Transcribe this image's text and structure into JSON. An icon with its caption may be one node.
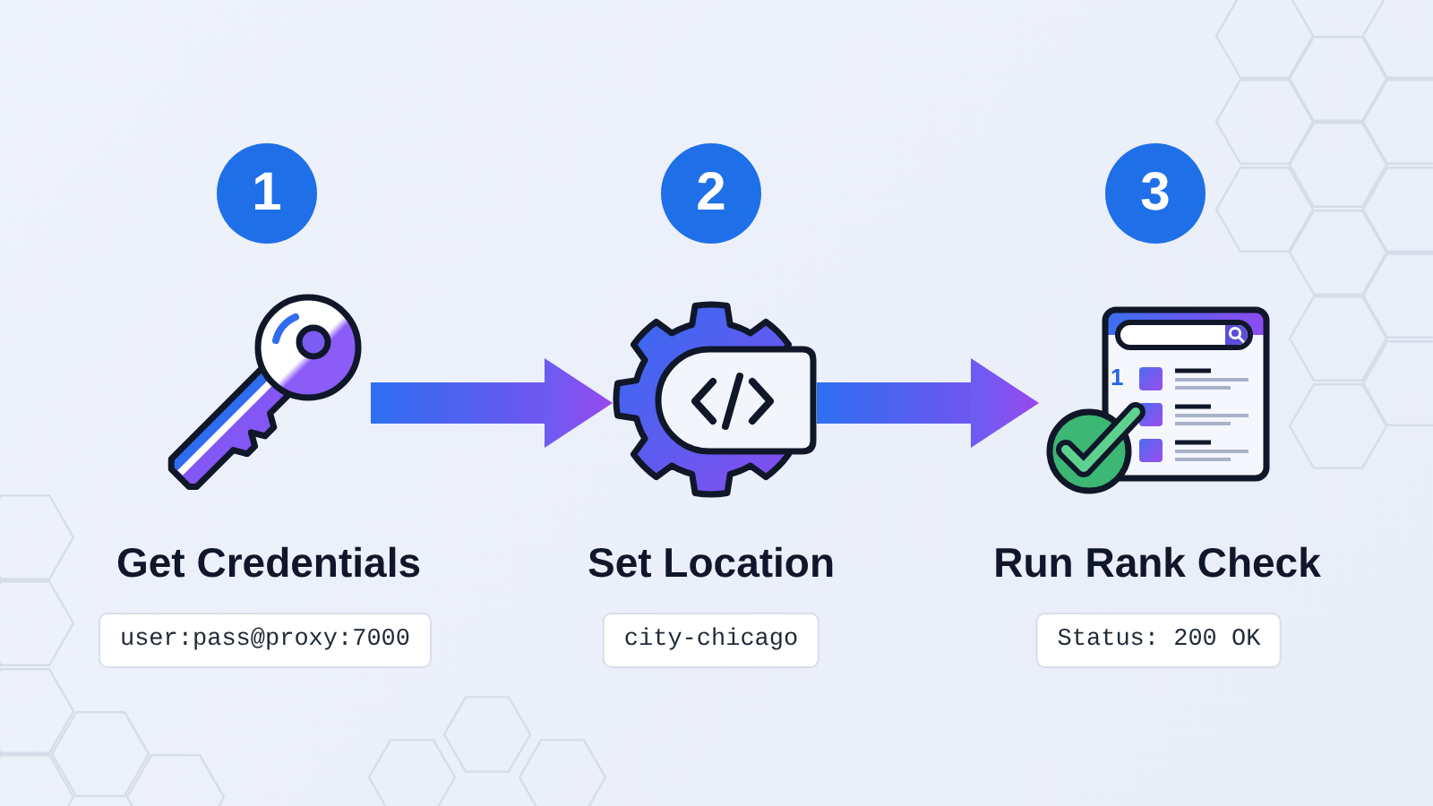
{
  "diagram": {
    "nodes": [
      {
        "text": [
          "1"
        ]
      },
      {
        "text": [],
        "shape": "picture",
        "beside": [
          "Get Credentials"
        ]
      },
      {
        "text": [
          "user:pass@proxy:7000"
        ]
      },
      {
        "text": [
          "2"
        ]
      },
      {
        "text": [],
        "shape": "picture",
        "beside": [
          "Set Location"
        ]
      },
      {
        "text": [
          "city-chicago"
        ]
      },
      {
        "text": [
          "3"
        ]
      },
      {
        "text": [],
        "shape": "picture",
        "beside": [
          "Run Rank Check"
        ]
      },
      {
        "text": [
          "Status: 200 OK"
        ]
      }
    ],
    "edges": [
      {
        "from": 1,
        "to": 4,
        "arrow": "to"
      },
      {
        "from": 4,
        "to": 7,
        "arrow": "to"
      }
    ],
    "labels": [
      "1"
    ]
  }
}
